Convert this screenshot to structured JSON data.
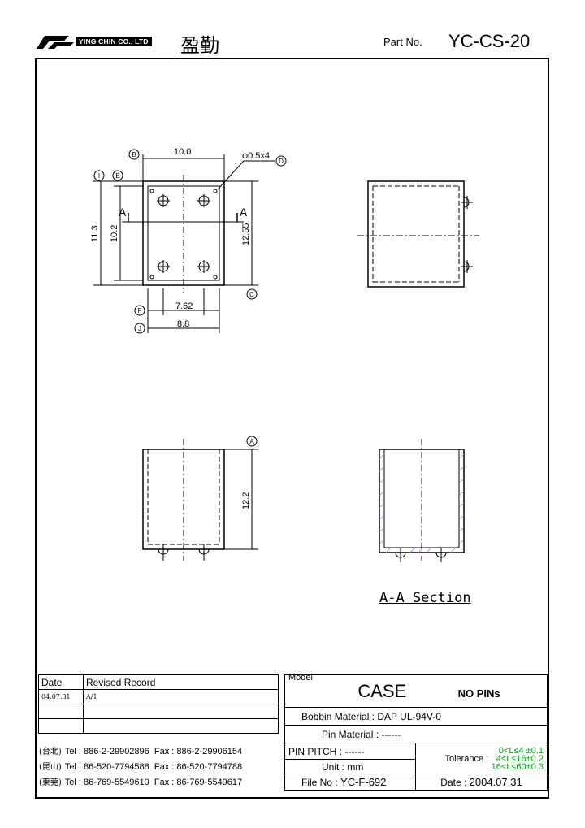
{
  "header": {
    "company": "YING CHIN CO., LTD",
    "company_cn": "盈勤",
    "part_no_label": "Part No.",
    "part_no": "YC-CS-20"
  },
  "drawing": {
    "dims": {
      "width_top": "10.0",
      "pin_dia": "φ0.5x4",
      "height_outer": "11.3",
      "height_inner": "10.2",
      "height_right": "12.55",
      "pitch_inner": "7.62",
      "pitch_outer": "8.8",
      "side_height": "12.2",
      "section_mark": "A"
    },
    "callouts": [
      "A",
      "B",
      "C",
      "D",
      "E",
      "F",
      "I",
      "J"
    ],
    "section_title": "A-A Section"
  },
  "revision": {
    "headers": [
      "Date",
      "Revised Record"
    ],
    "rows": [
      [
        "04.07.31",
        "A/1"
      ],
      [
        "",
        ""
      ],
      [
        "",
        ""
      ]
    ]
  },
  "contacts": [
    {
      "city": "(台北)",
      "tel": "Tel : 886-2-29902896",
      "fax": "Fax : 886-2-29906154"
    },
    {
      "city": "(昆山)",
      "tel": "Tel : 86-520-7794588",
      "fax": "Fax : 86-520-7794788"
    },
    {
      "city": "(東莞)",
      "tel": "Tel : 86-769-5549610",
      "fax": "Fax : 86-769-5549617"
    }
  ],
  "titleblock": {
    "model_label": "Model",
    "model_value": "CASE",
    "pins": "NO PINs",
    "bobbin": "Bobbin  Material : DAP UL-94V-0",
    "pin_material": "Pin  Material : ------",
    "pin_pitch": "PIN  PITCH : ------",
    "unit": "Unit : mm",
    "file_no_label": "File  No :",
    "file_no": "YC-F-692",
    "tolerance_label": "Tolerance :",
    "tol1": "0<L≤4  ±0.1",
    "tol2": "4<L≤16±0.2",
    "tol3": "16<L≤60±0.3",
    "date_label": "Date :",
    "date": "2004.07.31"
  }
}
